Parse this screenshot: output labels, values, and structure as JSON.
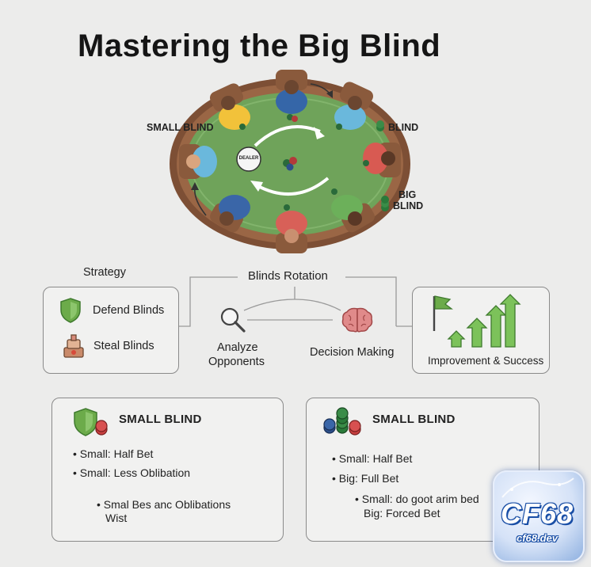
{
  "title": "Mastering the Big Blind",
  "table": {
    "dealer_label": "DEALER",
    "small_blind_label": "SMALL BLIND",
    "blind_label": "BLIND",
    "big_blind_label_line1": "BIG",
    "big_blind_label_line2": "BLIND"
  },
  "strategy": {
    "heading": "Strategy",
    "items": [
      "Defend Blinds",
      "Steal Blinds"
    ]
  },
  "rotation": {
    "heading": "Blinds Rotation",
    "analyze_line1": "Analyze",
    "analyze_line2": "Opponents",
    "decision": "Decision Making"
  },
  "improvement": {
    "label": "Improvement & Success"
  },
  "card_left": {
    "heading": "SMALL BLIND",
    "bullets": [
      "Small: Half Bet",
      "Small: Less Oblibation"
    ],
    "sub_line1": "Smal Bes anc Oblibations",
    "sub_line2": "Wist"
  },
  "card_right": {
    "heading": "SMALL BLIND",
    "bullets": [
      "Small: Half Bet",
      "Big: Full Bet"
    ],
    "sub_line1": "Small: do goot arim bed",
    "sub_line2": "Big: Forced Bet"
  },
  "watermark": {
    "brand": "CF68",
    "url": "cf68.dev"
  },
  "colors": {
    "felt": "#6fa35a",
    "wood": "#8a5a3c",
    "shield": "#6cab4a",
    "arrow_green": "#69b04a",
    "brain": "#d87878",
    "watermark_blue": "#1a4fa6"
  }
}
